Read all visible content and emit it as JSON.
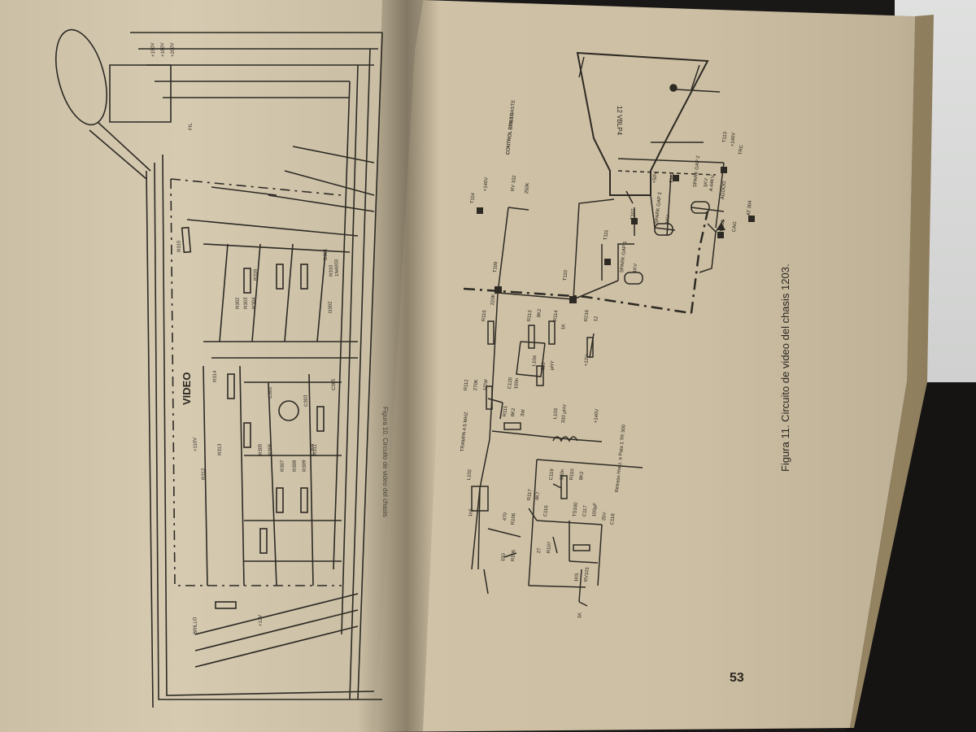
{
  "page": {
    "number": "53",
    "caption": "Figura 11. Circuito de video del chasis 1203.",
    "left_caption": "Figura 10. Circuito de video del chasis",
    "video_label": "VIDEO",
    "tube_label": "12 VBLP4"
  },
  "right_schematic_labels": [
    "CONTROL BRILLO",
    "RV 102",
    "250K",
    "T114",
    "+140V",
    "T109",
    "R115",
    "220K",
    "R113",
    "8K2",
    "R114",
    "1K",
    "T110",
    "T111",
    "T107",
    "T112",
    "T113",
    "+140V",
    "TRC",
    "+50V",
    "SPARK GAP 1",
    "1KV",
    "SPARK GAP 2",
    "1KV",
    "SPARK GAP 3",
    "1KV",
    "A 44KV",
    "AGOOO",
    "T 303",
    "CAG",
    "AT 304",
    "R216",
    "12",
    "+12V",
    "R112",
    "270K",
    "1/2W",
    "C120",
    "100n",
    "L104",
    "220",
    "µHY",
    "R111",
    "8K2",
    "3W",
    "L103",
    "330 µHY",
    "+140V",
    "TRAMPA 4.5 MHZ",
    "L102",
    "C119",
    "100n",
    "R110",
    "8K2",
    "Retraso Horiz. a Pata 1 TR 300",
    "R117",
    "4K7",
    "C116",
    "1n5",
    "TS100",
    "C117",
    "100µF",
    "25V",
    "C118",
    "470",
    "R106",
    "27",
    "R107",
    "150",
    "R105",
    "1K5",
    "RV101",
    "1K",
    "CONTROL CONTRASTE"
  ],
  "left_schematic_labels": [
    "R315",
    "R316",
    "R310",
    "R302",
    "R303",
    "R304",
    "R305",
    "R306",
    "R307",
    "R308",
    "R309",
    "R311",
    "R312",
    "R313",
    "R314",
    "C302",
    "C303",
    "C304",
    "C305",
    "D301",
    "D302",
    "BRILLO",
    "FIL",
    "+110V",
    "+12V",
    "+150V",
    "+180V",
    "+200V",
    "1N4003"
  ]
}
